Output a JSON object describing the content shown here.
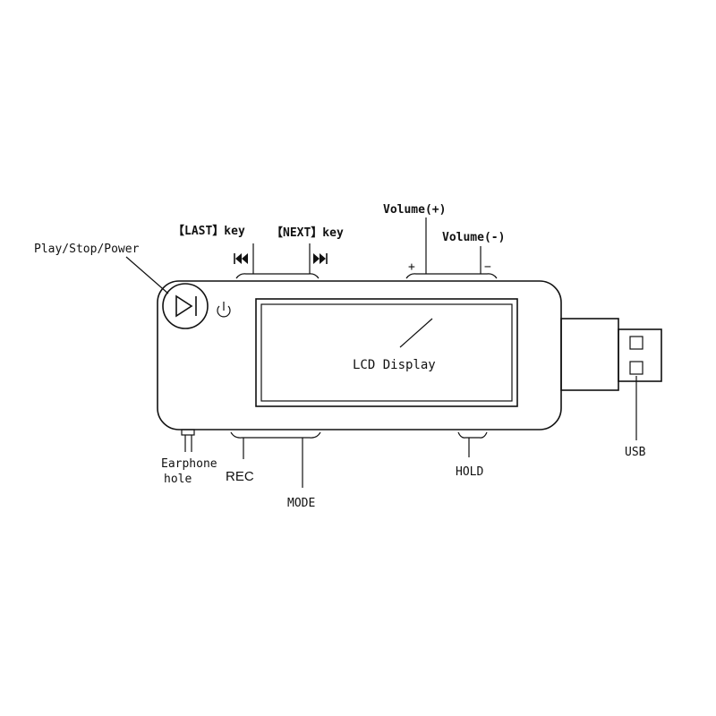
{
  "labels": {
    "play_stop_power": "Play/Stop/Power",
    "last_key": "【LAST】key",
    "next_key": "【NEXT】key",
    "volume_plus": "Volume(+)",
    "volume_minus": "Volume(-)",
    "plus_sign": "+",
    "minus_sign": "−",
    "lcd_display": "LCD Display",
    "earphone_line1": "Earphone",
    "earphone_line2": "hole",
    "rec": "REC",
    "mode": "MODE",
    "hold": "HOLD",
    "usb": "USB"
  },
  "icons": {
    "play_pause": "play-pause-icon",
    "power": "power-icon",
    "previous": "skip-previous-icon",
    "next": "skip-next-icon"
  },
  "colors": {
    "line": "#111111",
    "background": "#ffffff"
  }
}
